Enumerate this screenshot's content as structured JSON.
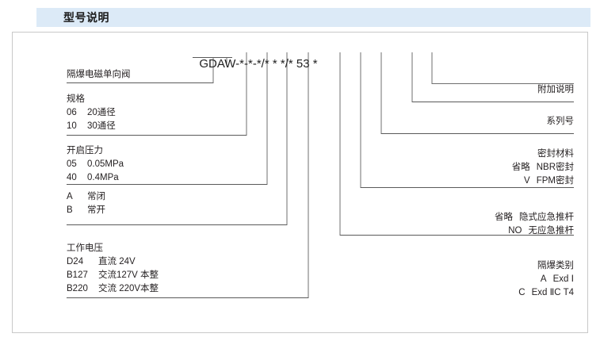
{
  "header": {
    "title": "型号说明"
  },
  "model_code": {
    "segments": [
      "GDAW",
      "–",
      "*",
      "–",
      "*",
      "–",
      "*",
      "/",
      "*",
      "*",
      "*",
      "/",
      "*",
      "53",
      "*"
    ],
    "full": "GDAW-*-*-*/* * */* 53 *"
  },
  "left_blocks": [
    {
      "id": "valve",
      "name": "valve-type",
      "header": "隔爆电磁单向阀",
      "rows": []
    },
    {
      "id": "spec",
      "name": "specification",
      "header": "规格",
      "rows": [
        {
          "code": "06",
          "desc": "20通径"
        },
        {
          "code": "10",
          "desc": "30通径"
        }
      ]
    },
    {
      "id": "press",
      "name": "opening-pressure",
      "header": "开启压力",
      "rows": [
        {
          "code": "05",
          "desc": "0.05MPa"
        },
        {
          "code": "40",
          "desc": "0.4MPa"
        }
      ]
    },
    {
      "id": "openclose",
      "name": "normally-open-closed",
      "header": "",
      "rows": [
        {
          "code": "A",
          "desc": "常闭"
        },
        {
          "code": "B",
          "desc": "常开"
        }
      ]
    },
    {
      "id": "voltage",
      "name": "working-voltage",
      "header": "工作电压",
      "rows": [
        {
          "code": "D24",
          "desc": "直流 24V"
        },
        {
          "code": "B127",
          "desc": "交流127V 本整"
        },
        {
          "code": "B220",
          "desc": "交流 220V本整"
        }
      ]
    }
  ],
  "right_blocks": [
    {
      "id": "extra",
      "name": "additional-description",
      "header": "附加说明",
      "rows": []
    },
    {
      "id": "series",
      "name": "series-number",
      "header": "系列号",
      "rows": []
    },
    {
      "id": "seal",
      "name": "sealing-material",
      "header": "密封材料",
      "rows": [
        {
          "code": "省略",
          "desc": "NBR密封"
        },
        {
          "code": "V",
          "desc": "FPM密封"
        }
      ]
    },
    {
      "id": "push",
      "name": "emergency-push-rod",
      "header": "",
      "rows": [
        {
          "code": "省略",
          "desc": "隐式应急推杆"
        },
        {
          "code": "NO",
          "desc": "无应急推杆"
        }
      ]
    },
    {
      "id": "exd",
      "name": "explosion-proof-category",
      "header": "隔爆类别",
      "rows": [
        {
          "code": "A",
          "desc": "Exd Ⅰ"
        },
        {
          "code": "C",
          "desc": "Exd ⅡC T4"
        }
      ]
    }
  ],
  "colors": {
    "header_bg": "#dceaf7",
    "frame_border": "#c9c9c9",
    "line": "#6f6f6f",
    "text": "#231f20"
  }
}
